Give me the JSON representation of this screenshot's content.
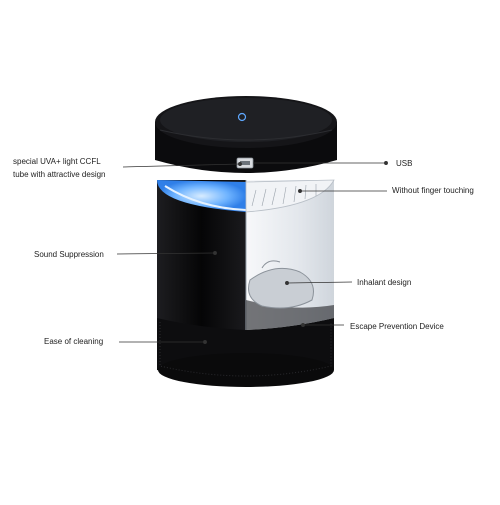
{
  "callouts": {
    "uva_ccfl": "special UVA+ light CCFL\ntube with attractive design",
    "sound_suppression": "Sound Suppression",
    "ease_of_cleaning": "Ease of cleaning",
    "usb": "USB",
    "without_finger_touching": "Without finger touching",
    "inhalant_design": "Inhalant design",
    "escape_prevention": "Escape Prevention Device"
  },
  "colors": {
    "body_black": "#0c0c0e",
    "uv_blue": "#5fa8ff",
    "clear_shell": "#eef1f4",
    "leader_line": "#333333"
  }
}
